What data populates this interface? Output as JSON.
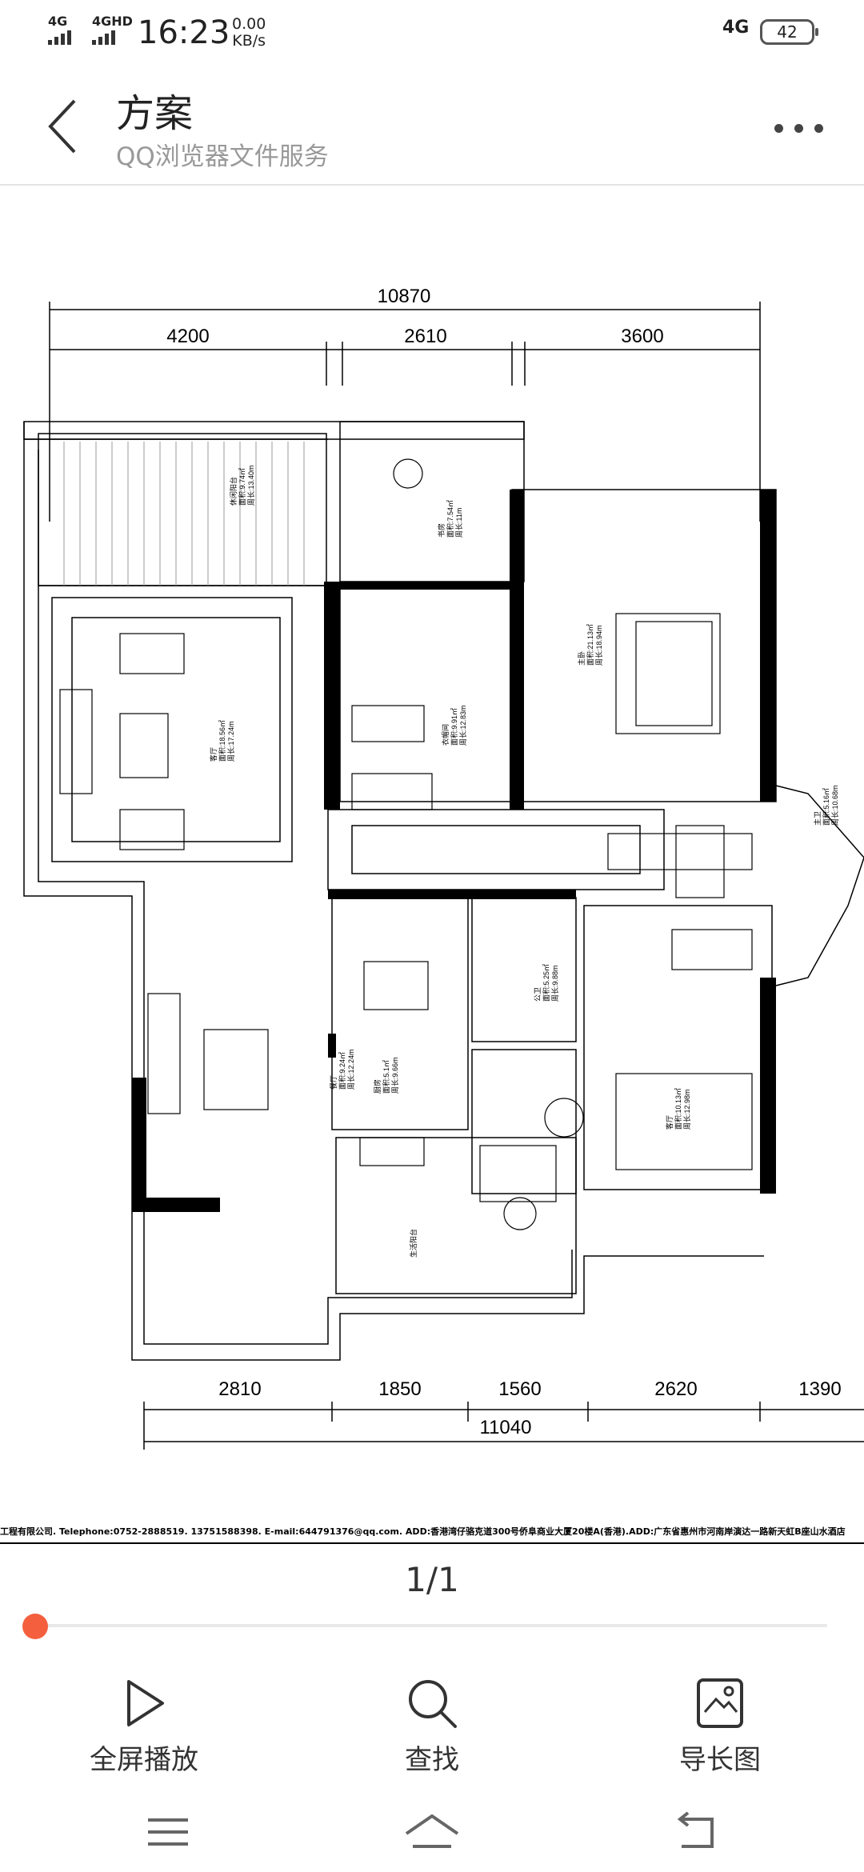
{
  "status_bar": {
    "signal_1": "4G",
    "signal_2": "4GHD",
    "time": "16:23",
    "speed_value": "0.00",
    "speed_unit": "KB/s",
    "network_right": "4G",
    "battery": "42"
  },
  "header": {
    "title": "方案",
    "subtitle": "QQ浏览器文件服务"
  },
  "floorplan": {
    "top_dims": {
      "total": "10870",
      "segments": [
        "4200",
        "2610",
        "3600"
      ]
    },
    "bottom_dims": {
      "total": "11040",
      "segments": [
        "2810",
        "1850",
        "1560",
        "2620",
        "1390"
      ]
    },
    "rooms": [
      {
        "name": "休闲阳台",
        "area": "面积:9.74㎡",
        "perimeter": "周长:13.40m"
      },
      {
        "name": "书房",
        "area": "面积:7.54㎡",
        "perimeter": "周长:11m"
      },
      {
        "name": "主卧",
        "area": "面积:21.13㎡",
        "perimeter": "周长:18.94m"
      },
      {
        "name": "客厅",
        "area": "面积:18.56㎡",
        "perimeter": "周长:17.24m"
      },
      {
        "name": "衣帽间",
        "area": "面积:9.91㎡",
        "perimeter": "周长:12.83m"
      },
      {
        "name": "主卫",
        "area": "面积:5.16㎡",
        "perimeter": "周长:10.68m"
      },
      {
        "name": "厨房",
        "area": "面积:5.1㎡",
        "perimeter": "周长:9.66m"
      },
      {
        "name": "餐厅",
        "area": "面积:9.24㎡",
        "perimeter": "周长:12.24m"
      },
      {
        "name": "公卫",
        "area": "面积:5.25㎡",
        "perimeter": "周长:9.88m"
      },
      {
        "name": "客厅",
        "area": "面积:10.13㎡",
        "perimeter": "周长:12.98m"
      },
      {
        "name": "生活阳台",
        "area": "",
        "perimeter": ""
      }
    ],
    "company_line": "工程有限公司.    Telephone:0752-2888519.   13751588398.   E-mail:644791376@qq.com.   ADD:香港湾仔骆克道300号侨阜商业大厦20楼A(香港).ADD:广东省惠州市河南岸演达一路新天虹B座山水酒店"
  },
  "viewer": {
    "page_indicator": "1/1",
    "progress": 0.0
  },
  "toolbar": {
    "fullscreen_label": "全屏播放",
    "search_label": "查找",
    "export_label": "导长图"
  },
  "colors": {
    "accent": "#f4603e",
    "wall": "#000000"
  }
}
